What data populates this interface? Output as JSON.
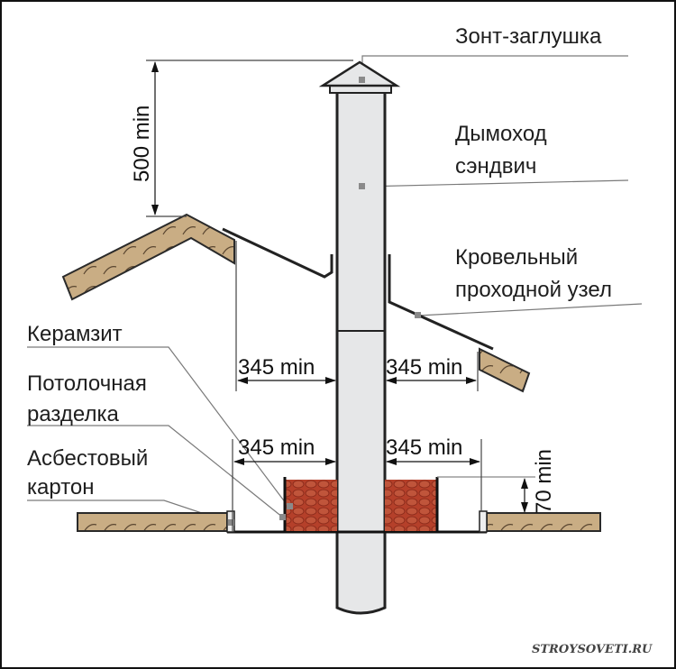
{
  "labels": {
    "cap": "Зонт-заглушка",
    "chimney_1": "Дымоход",
    "chimney_2": "сэндвич",
    "roof_node_1": "Кровельный",
    "roof_node_2": "проходной узел",
    "keramzit": "Керамзит",
    "ceiling_1": "Потолочная",
    "ceiling_2": "разделка",
    "asbestos_1": "Асбестовый",
    "asbestos_2": "картон"
  },
  "dimensions": {
    "height_above_roof": "500 min",
    "roof_left": "345 min",
    "roof_right": "345 min",
    "ceiling_left": "345 min",
    "ceiling_right": "345 min",
    "fill_height": "70 min"
  },
  "watermark": "STROYSOVETI.RU",
  "colors": {
    "pipe": "#e6e7e8",
    "wood": "#c9ad84",
    "keramzit": "#b5402a",
    "line": "#7a7a7a"
  }
}
